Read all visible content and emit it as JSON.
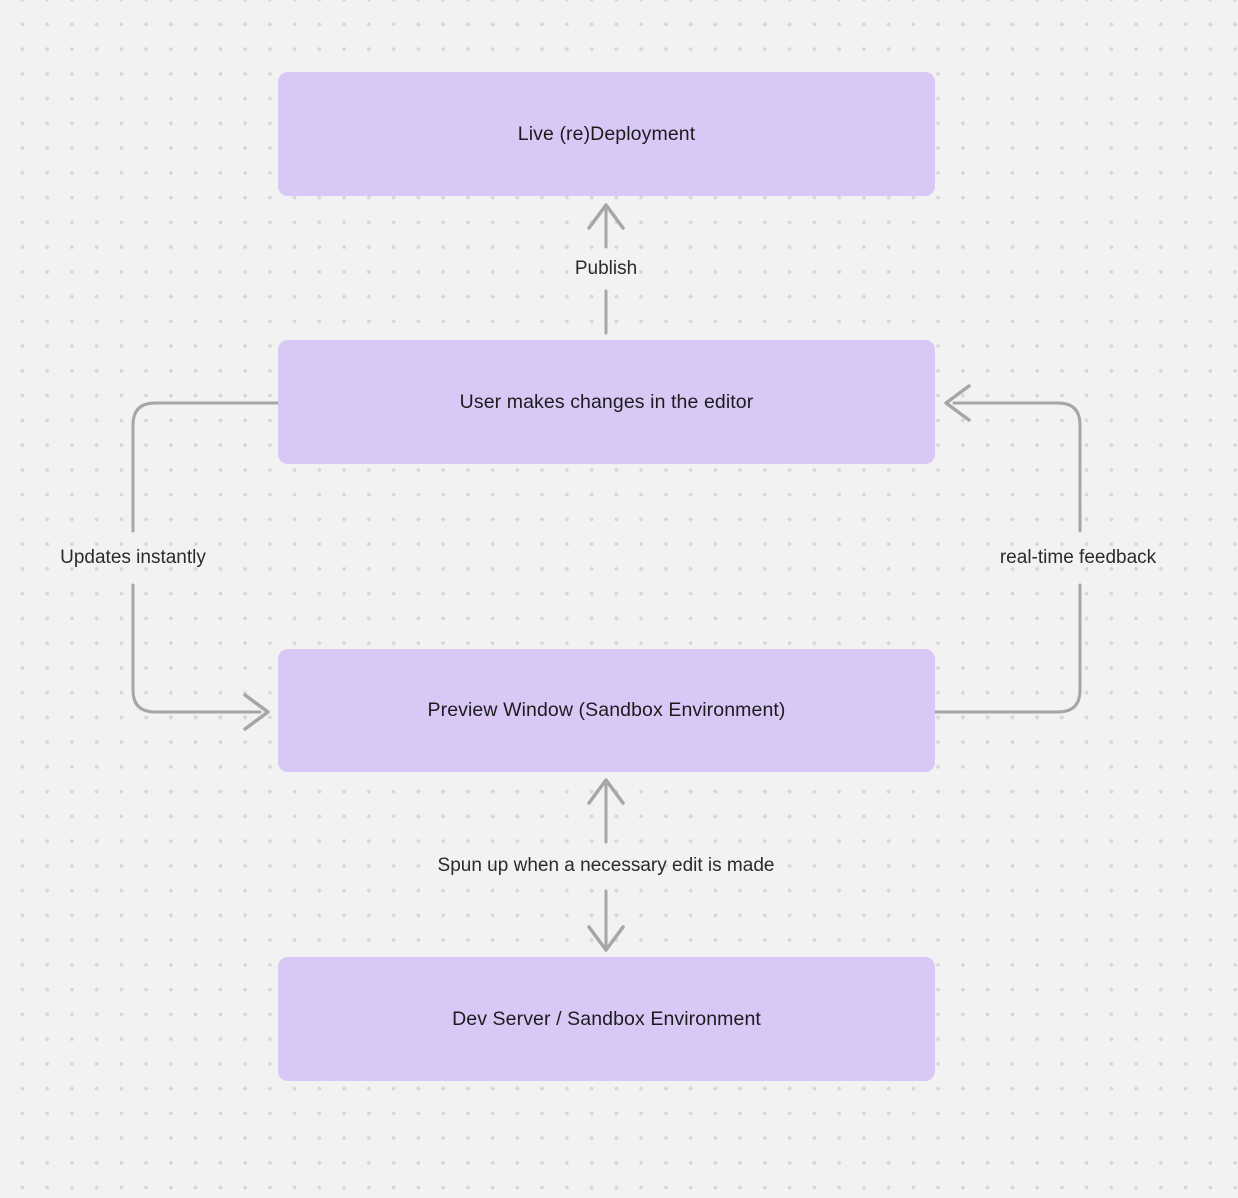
{
  "diagram": {
    "nodes": [
      {
        "id": "live-deployment",
        "label": "Live (re)Deployment"
      },
      {
        "id": "user-changes",
        "label": "User makes changes in the editor"
      },
      {
        "id": "preview-window",
        "label": "Preview Window (Sandbox Environment)"
      },
      {
        "id": "dev-server",
        "label": "Dev Server / Sandbox Environment"
      }
    ],
    "edges": [
      {
        "id": "publish",
        "label": "Publish",
        "from": "user-changes",
        "to": "live-deployment",
        "direction": "up"
      },
      {
        "id": "updates-instantly",
        "label": "Updates instantly",
        "from": "user-changes",
        "to": "preview-window",
        "direction": "left-side-curve"
      },
      {
        "id": "real-time-feedback",
        "label": "real-time feedback",
        "from": "preview-window",
        "to": "user-changes",
        "direction": "right-side-curve"
      },
      {
        "id": "spun-up",
        "label": "Spun up when a necessary edit is made",
        "from": "dev-server",
        "to": "preview-window",
        "direction": "bidirectional-vertical"
      }
    ],
    "colors": {
      "background": "#f2f2f2",
      "dot": "#d6d6d6",
      "node_fill": "#d9c8f6",
      "node_text": "#1c1c1e",
      "edge_text": "#2b2b2b",
      "arrow": "#a6a6a6"
    }
  }
}
